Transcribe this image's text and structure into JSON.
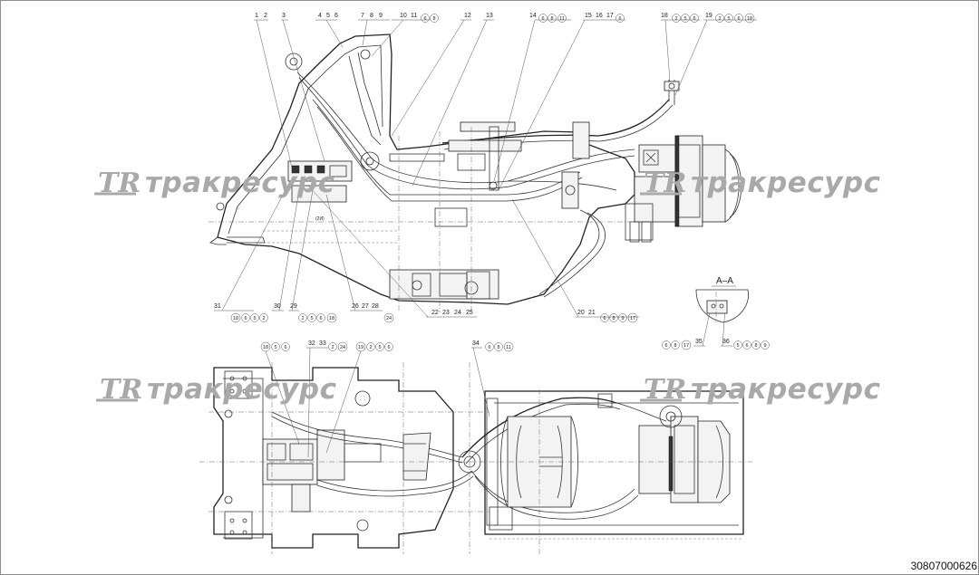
{
  "watermark": {
    "logo": "TR",
    "text": "тракресурс"
  },
  "section_label": "A–A",
  "document_number": "30807000626",
  "top_callouts": {
    "g1": [
      "1",
      "2"
    ],
    "g2": [
      "3"
    ],
    "g3": [
      "4",
      "5",
      "6"
    ],
    "g4": [
      "7",
      "8",
      "9"
    ],
    "g5": [
      "10",
      "11"
    ],
    "g5c": [
      "6",
      "8"
    ],
    "g6": [
      "12"
    ],
    "g7": [
      "13"
    ],
    "g8": [
      "14"
    ],
    "g8c": [
      "6",
      "8",
      "11"
    ],
    "g9": [
      "15",
      "16",
      "17"
    ],
    "g9c": [
      "6"
    ],
    "g10": [
      "18"
    ],
    "g10c": [
      "2",
      "5",
      "6"
    ],
    "g11": [
      "19"
    ],
    "g11c": [
      "2",
      "5",
      "6",
      "18"
    ]
  },
  "bottom_callouts": {
    "b1": [
      "31"
    ],
    "b1c": [
      "18",
      "6",
      "5",
      "2"
    ],
    "b2": [
      "30"
    ],
    "b3": [
      "29"
    ],
    "b3c": [
      "2",
      "5",
      "6",
      "18"
    ],
    "b4": [
      "26",
      "27",
      "28"
    ],
    "b4c": [
      "24"
    ],
    "b5": [
      "22",
      "23",
      "24",
      "25"
    ],
    "b6": [
      "20",
      "21"
    ],
    "b6c": [
      "6",
      "8",
      "9",
      "17"
    ],
    "b7": [
      "35"
    ],
    "b7c": [
      "6",
      "8",
      "17"
    ],
    "b8": [
      "36"
    ],
    "b8c": [
      "5",
      "6",
      "8",
      "9"
    ]
  },
  "plan_callouts": {
    "p1": [
      "18"
    ],
    "p1c": [
      "5",
      "6"
    ],
    "p2": [
      "32",
      "33"
    ],
    "p2c": [
      "2",
      "24"
    ],
    "p3": [
      "19"
    ],
    "p3c": [
      "2",
      "5",
      "6"
    ],
    "p4": [
      "34"
    ],
    "p4c": [
      "6",
      "8",
      "11"
    ]
  }
}
